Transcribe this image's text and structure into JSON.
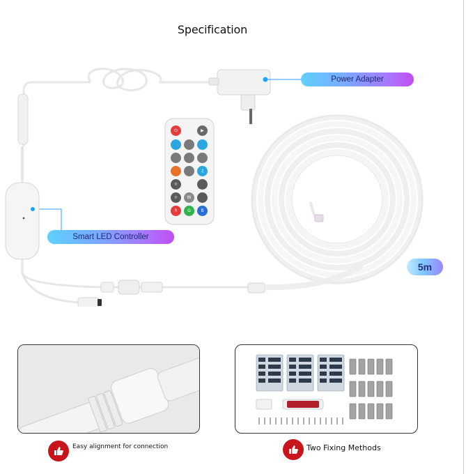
{
  "title": "Specification",
  "labels": {
    "power_adapter": "Power Adapter",
    "controller": "Smart LED Controller",
    "length": "5m"
  },
  "remote": {
    "buttons": [
      "R",
      "G",
      "B",
      "W"
    ]
  },
  "captions": {
    "left": "Easy alignment for connection",
    "right": "Two Fixing Methods"
  },
  "colors": {
    "pill_start": "#5fd0ff",
    "pill_end": "#c24cf0",
    "thumb_badge": "#c8141b"
  }
}
